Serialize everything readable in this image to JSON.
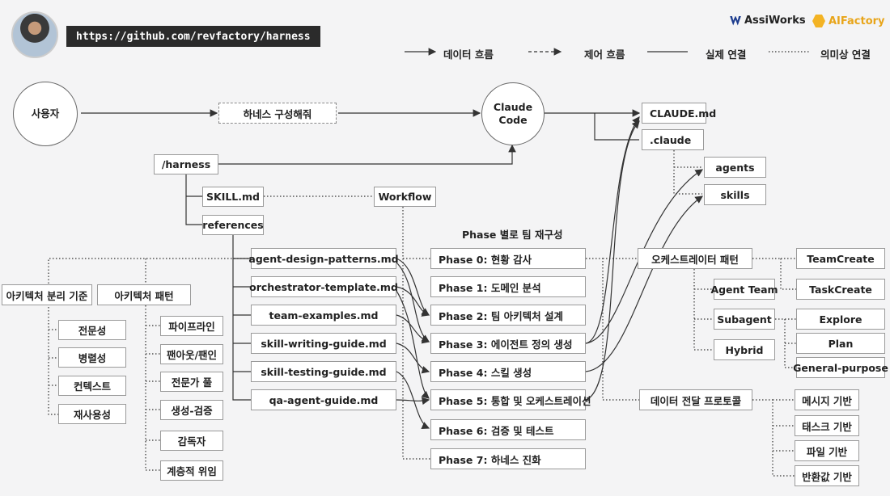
{
  "header": {
    "url": "https://github.com/revfactory/harness",
    "logo_assiworks": "AssiWorks",
    "logo_aifactory": "AIFactory"
  },
  "legend": {
    "data_flow": "데이터 흐름",
    "control_flow": "제어 흐름",
    "real_link": "실제 연결",
    "semantic_link": "의미상 연결"
  },
  "nodes": {
    "user": "사용자",
    "request": "하네스 구성해줘",
    "claude_code": "Claude\nCode",
    "claude_md": "CLAUDE.md",
    "dot_claude": ".claude",
    "agents": "agents",
    "skills": "skills",
    "harness": "/harness",
    "skill_md": "SKILL.md",
    "references": "references",
    "workflow": "Workflow",
    "phase_title": "Phase 별로 팀 재구성"
  },
  "reference_docs": [
    "agent-design-patterns.md",
    "orchestrator-template.md",
    "team-examples.md",
    "skill-writing-guide.md",
    "skill-testing-guide.md",
    "qa-agent-guide.md"
  ],
  "phases": [
    "Phase 0: 현황 감사",
    "Phase 1: 도메인 분석",
    "Phase 2: 팀 아키텍처 설계",
    "Phase 3: 에이전트 정의 생성",
    "Phase 4: 스킬 생성",
    "Phase 5: 통합 및 오케스트레이션",
    "Phase 6: 검증 및 테스트",
    "Phase 7: 하네스 진화"
  ],
  "arch_criteria": {
    "title": "아키텍처 분리 기준",
    "items": [
      "전문성",
      "병렬성",
      "컨텍스트",
      "재사용성"
    ]
  },
  "arch_patterns": {
    "title": "아키텍처 패턴",
    "items": [
      "파이프라인",
      "팬아웃/팬인",
      "전문가 풀",
      "생성-검증",
      "감독자",
      "계층적 위임"
    ]
  },
  "orchestrator": {
    "title": "오케스트레이터 패턴",
    "modes": [
      "Agent Team",
      "Subagent",
      "Hybrid"
    ],
    "team_tools": [
      "TeamCreate",
      "TaskCreate"
    ],
    "subagent_types": [
      "Explore",
      "Plan",
      "General-purpose"
    ]
  },
  "protocol": {
    "title": "데이터 전달 프로토콜",
    "items": [
      "메시지 기반",
      "태스크 기반",
      "파일 기반",
      "반환값 기반"
    ]
  }
}
